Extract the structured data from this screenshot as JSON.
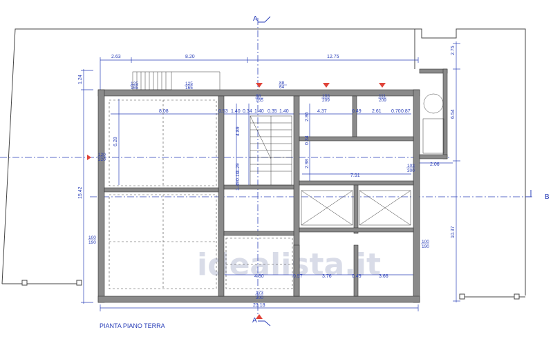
{
  "drawing": {
    "title": "PIANTA PIANO TERRA",
    "watermark": "idealista.it",
    "section_marks": {
      "a_top": "A",
      "a_bottom": "A",
      "b_right": "B"
    },
    "colors": {
      "walls": "#7f7f7f",
      "wall_outline": "#333333",
      "dimensions": "#2a3fb8",
      "arrows": "#e0443a",
      "dashed": "#444444"
    }
  },
  "dimensions": {
    "top_2_63": "2.63",
    "top_8_20": "8.20",
    "top_12_75": "12.75",
    "left_1_24": "1.24",
    "left_15_42": "15.42",
    "right_2_75": "2.75",
    "right_6_54": "6.54",
    "right_10_37": "10.37",
    "room_8_08": "8.08",
    "room_6_28": "6.28",
    "d_0_53": "0.53",
    "d_1_40a": "1.40",
    "d_0_34": "0.34",
    "d_1_40b": "1.40",
    "d_0_35": "0.35",
    "d_1_40c": "1.40",
    "d_4_37": "4.37",
    "d_0_49a": "0.49",
    "d_2_61": "2.61",
    "d_0_70": "0.70",
    "d_0_87": "0.87",
    "d_4_89": "4.89",
    "d_1_29": "1.29",
    "d_0_10": "0.10",
    "d_2_86": "2.86",
    "d_0_34v": "0.34",
    "d_2_98": "2.98",
    "d_7_91": "7.91",
    "d_2_06": "2.06",
    "d_1_49": "1.49",
    "d_4_80": "4.80",
    "d_0_57": "0.57",
    "d_3_76": "3.76",
    "d_0_49b": "0.49",
    "d_3_66": "3.66",
    "d_23_18": "23.18"
  },
  "openings": {
    "w1": {
      "top": "125",
      "bottom": "165"
    },
    "w2": {
      "top": "125",
      "bottom": "165"
    },
    "w3": {
      "top": "88",
      "bottom": "165"
    },
    "w4": {
      "top": "88",
      "bottom": "64"
    },
    "w5": {
      "top": "103",
      "bottom": "209"
    },
    "w6": {
      "top": "111",
      "bottom": "209"
    },
    "w7": {
      "top": "120",
      "bottom": "320"
    },
    "w8": {
      "top": "103",
      "bottom": "300"
    },
    "w9": {
      "top": "100",
      "bottom": "190"
    },
    "w10": {
      "top": "100",
      "bottom": "190"
    },
    "w11": {
      "top": "173",
      "bottom": "300"
    }
  }
}
